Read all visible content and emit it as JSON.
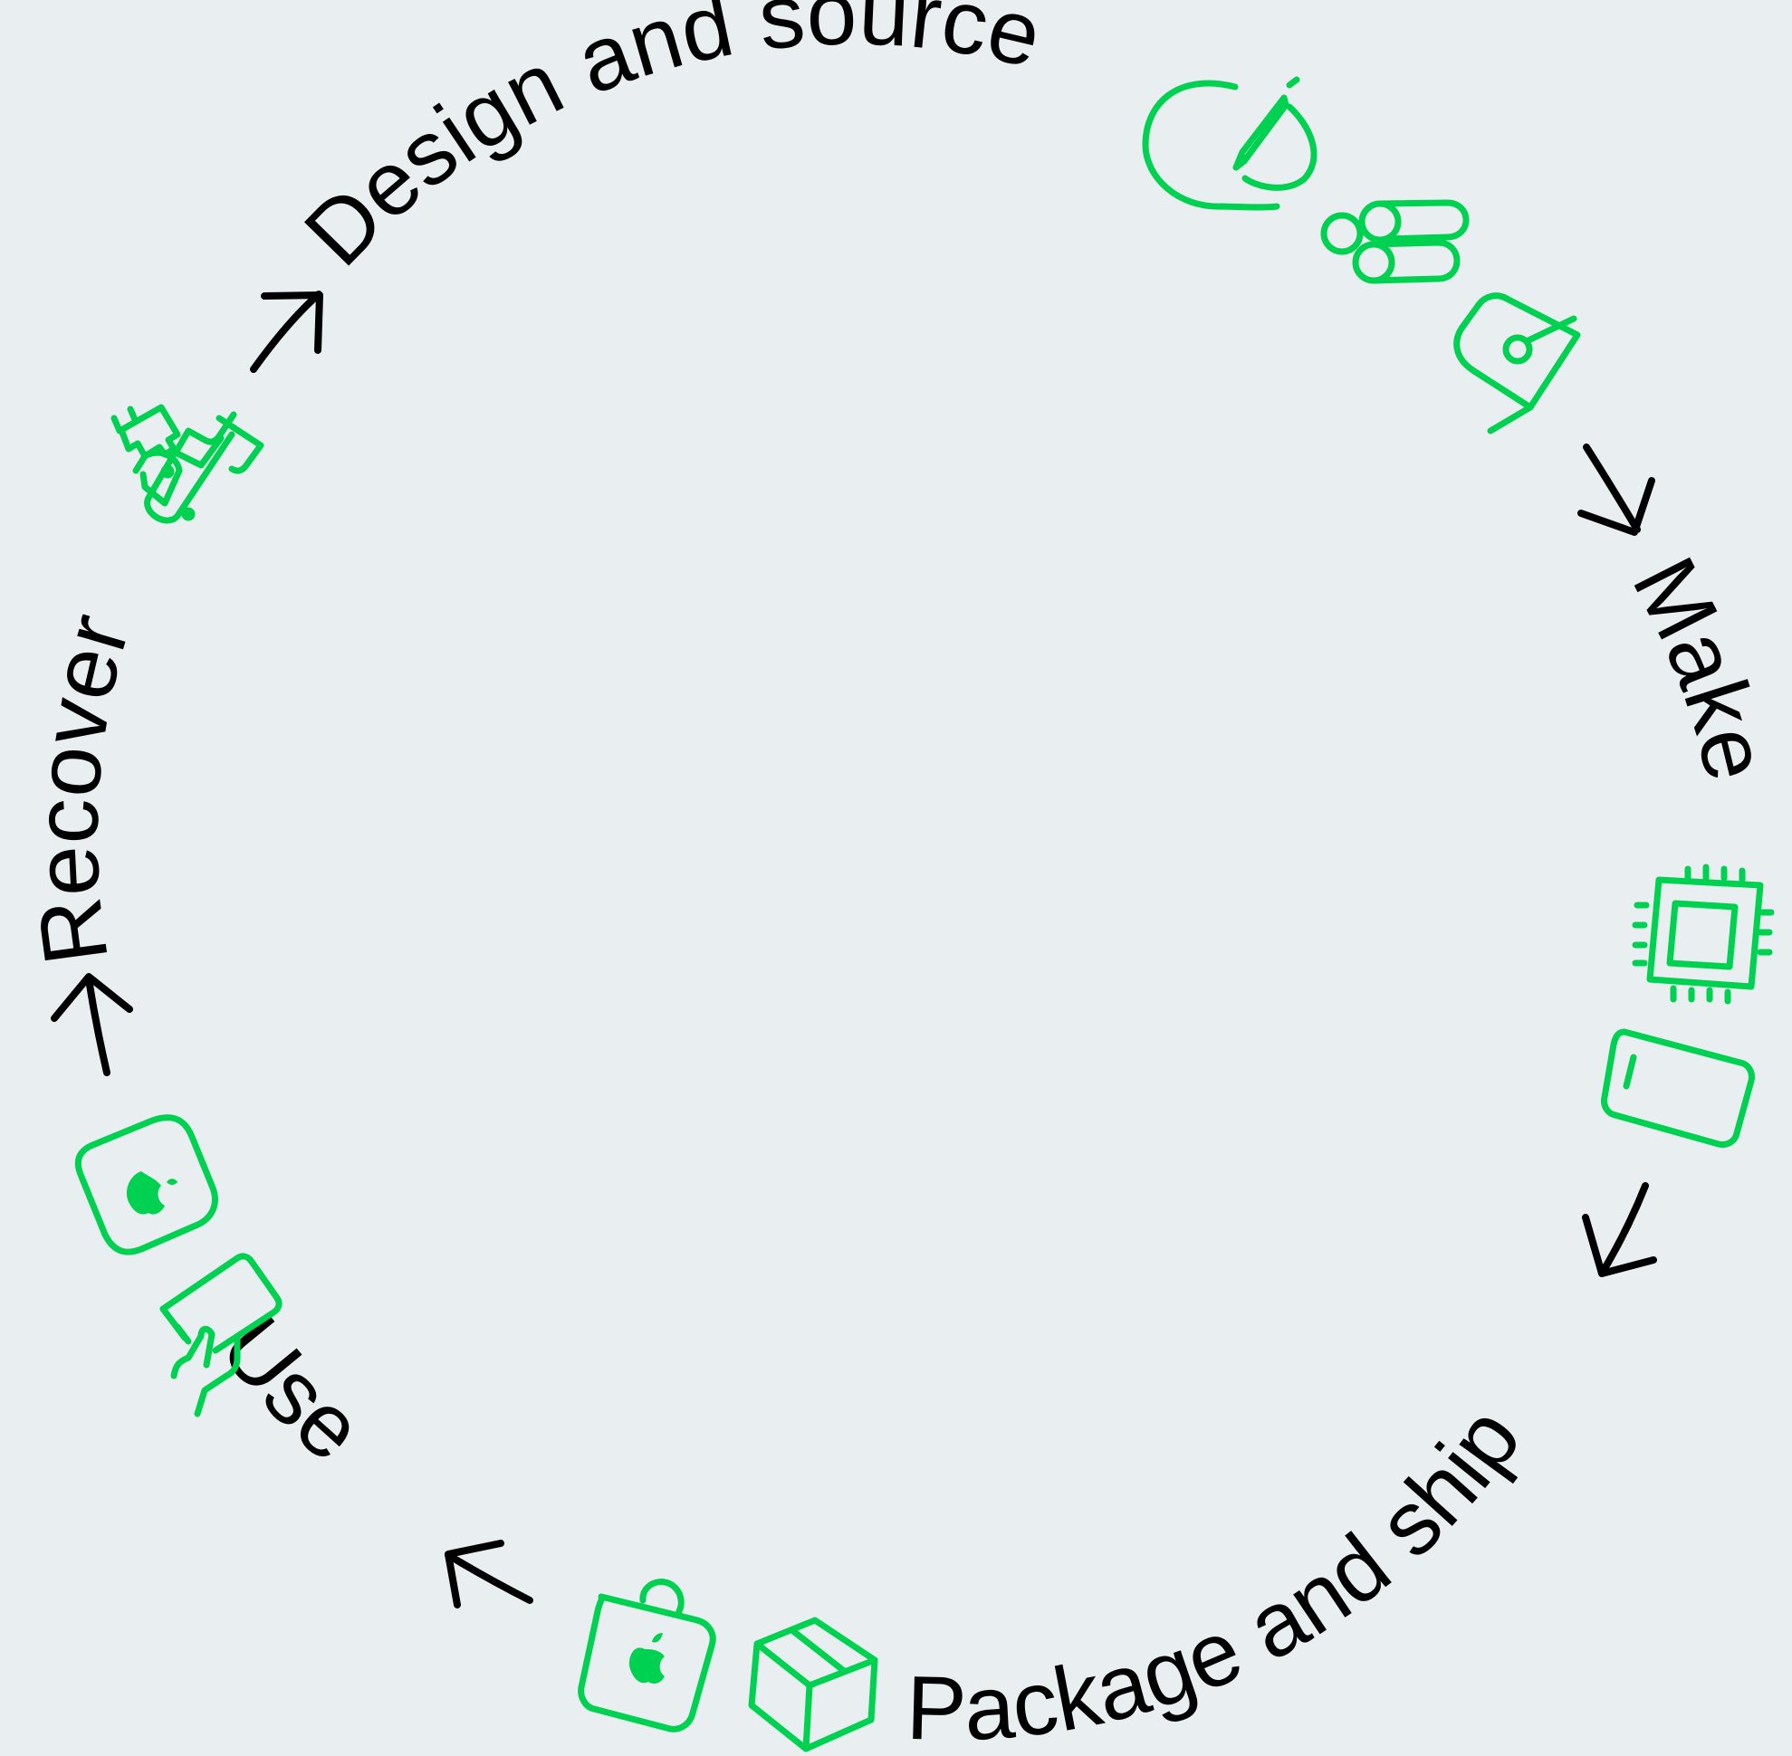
{
  "diagram": {
    "stages": [
      {
        "id": "design",
        "label": "Design and source"
      },
      {
        "id": "make",
        "label": "Make"
      },
      {
        "id": "package",
        "label": "Package and ship"
      },
      {
        "id": "use",
        "label": "Use"
      },
      {
        "id": "recover",
        "label": "Recover"
      }
    ],
    "icons": [
      "pencil-sketch-icon",
      "raw-materials-icon",
      "mineral-sample-icon",
      "processor-chip-icon",
      "device-panel-icon",
      "apple-shopping-bag-icon",
      "shipping-box-icon",
      "apple-device-icon",
      "hand-holding-device-icon",
      "disassembly-tools-icon"
    ],
    "arrows": [
      "design-to-make",
      "make-to-package",
      "package-to-use",
      "use-to-recover",
      "recover-to-design"
    ]
  },
  "colors": {
    "background": "#e9eef0",
    "text": "#000000",
    "accent": "#00d150"
  }
}
